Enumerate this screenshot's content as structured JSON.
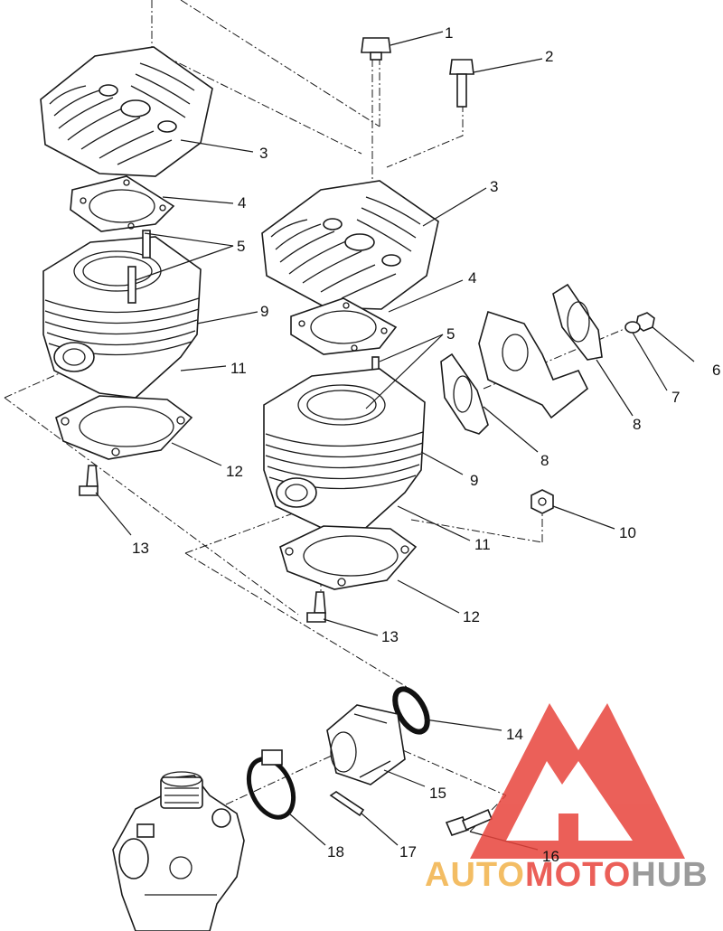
{
  "callouts": [
    {
      "id": "c1",
      "text": "1"
    },
    {
      "id": "c2",
      "text": "2"
    },
    {
      "id": "c3a",
      "text": "3"
    },
    {
      "id": "c3b",
      "text": "3"
    },
    {
      "id": "c4a",
      "text": "4"
    },
    {
      "id": "c4b",
      "text": "4"
    },
    {
      "id": "c5a",
      "text": "5"
    },
    {
      "id": "c5b",
      "text": "5"
    },
    {
      "id": "c6",
      "text": "6"
    },
    {
      "id": "c7",
      "text": "7"
    },
    {
      "id": "c8a",
      "text": "8"
    },
    {
      "id": "c8b",
      "text": "8"
    },
    {
      "id": "c9a",
      "text": "9"
    },
    {
      "id": "c9b",
      "text": "9"
    },
    {
      "id": "c10",
      "text": "10"
    },
    {
      "id": "c11a",
      "text": "11"
    },
    {
      "id": "c11b",
      "text": "11"
    },
    {
      "id": "c12a",
      "text": "12"
    },
    {
      "id": "c12b",
      "text": "12"
    },
    {
      "id": "c13a",
      "text": "13"
    },
    {
      "id": "c13b",
      "text": "13"
    },
    {
      "id": "c14",
      "text": "14"
    },
    {
      "id": "c15",
      "text": "15"
    },
    {
      "id": "c16",
      "text": "16"
    },
    {
      "id": "c17",
      "text": "17"
    },
    {
      "id": "c18",
      "text": "18"
    }
  ],
  "watermark": {
    "word_part1": "AUTO",
    "word_part2": "MOTO",
    "word_part3": "HUB",
    "color_primary": "#e8443c",
    "color_secondary": "#f2b24a",
    "color_tertiary": "#8a8a8a"
  }
}
